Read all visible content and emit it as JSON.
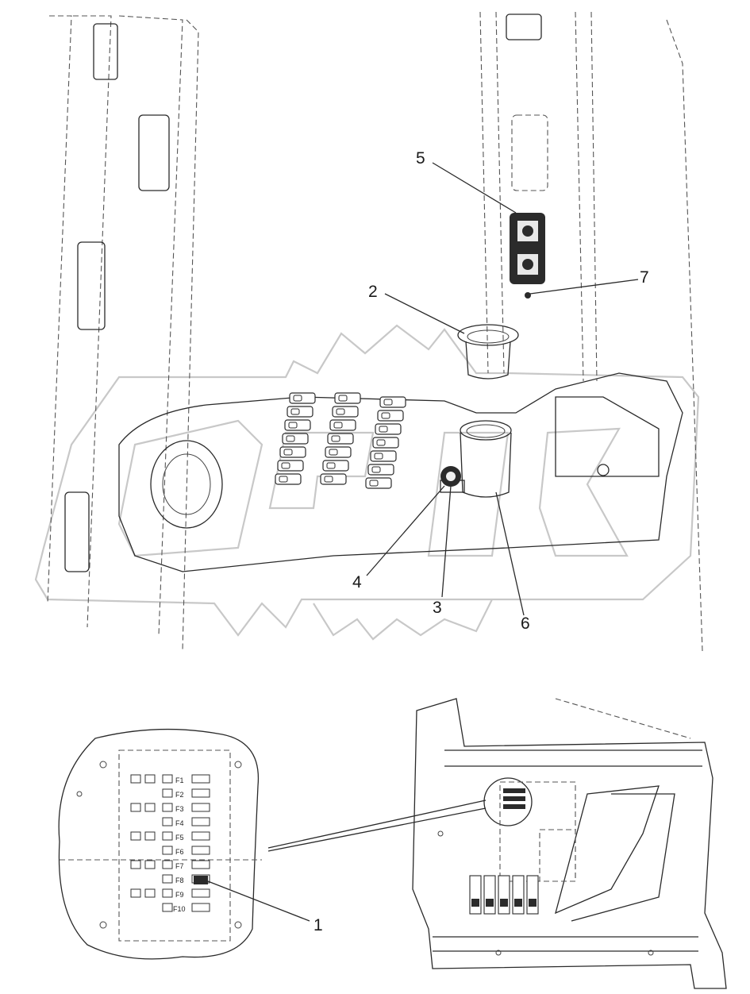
{
  "callouts": [
    {
      "id": "1",
      "label": "1"
    },
    {
      "id": "2",
      "label": "2"
    },
    {
      "id": "3",
      "label": "3"
    },
    {
      "id": "4",
      "label": "4"
    },
    {
      "id": "5",
      "label": "5"
    },
    {
      "id": "6",
      "label": "6"
    },
    {
      "id": "7",
      "label": "7"
    }
  ],
  "fuse_labels": [
    "F1",
    "F2",
    "F3",
    "F4",
    "F5",
    "F6",
    "F7",
    "F8",
    "F9",
    "F10"
  ],
  "colors": {
    "line": "#2a2a2a",
    "watermark": "#c8c8c8",
    "background": "#ffffff"
  }
}
